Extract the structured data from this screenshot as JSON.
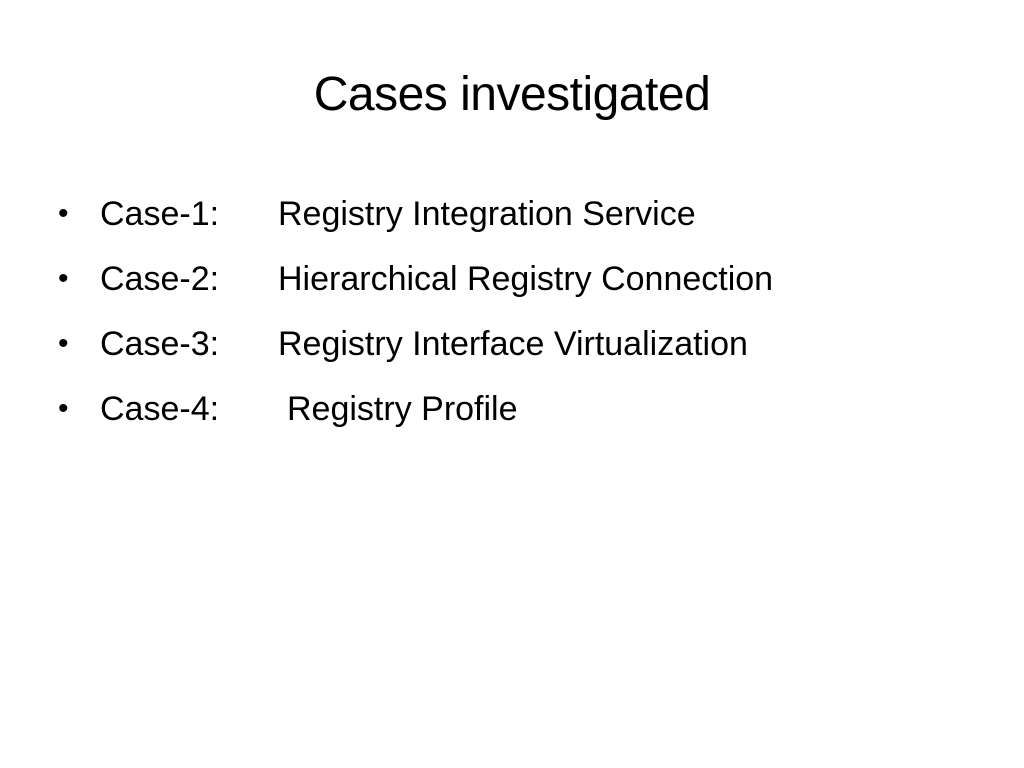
{
  "slide": {
    "title": "Cases investigated",
    "bullet_glyph": "•",
    "items": [
      {
        "label": "Case-1:",
        "description": "Registry Integration Service"
      },
      {
        "label": "Case-2:",
        "description": "Hierarchical Registry Connection"
      },
      {
        "label": "Case-3:",
        "description": "Registry Interface Virtualization"
      },
      {
        "label": "Case-4:",
        "description": "Registry Profile"
      }
    ]
  },
  "colors": {
    "background": "#ffffff",
    "text": "#000000"
  }
}
